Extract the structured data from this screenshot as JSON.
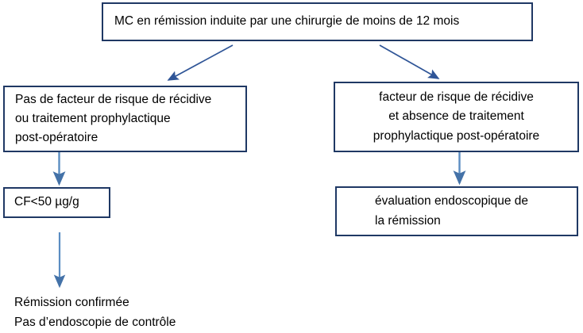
{
  "diagram": {
    "title": "MC en rémission induite par une chirurgie de moins de 12 mois",
    "language": "fr",
    "type": "flowchart",
    "colors": {
      "box_border": "#1F3864",
      "diagonal_arrow": "#2F5597",
      "vertical_arrow": "#4A7EBB",
      "text": "#000000",
      "background": "#FFFFFF"
    },
    "nodes": {
      "root": {
        "lines": [
          "MC en rémission induite par une chirurgie de moins de 12 mois"
        ]
      },
      "left_condition": {
        "lines": [
          "Pas de facteur de risque de récidive",
          "ou traitement prophylactique",
          "post-opératoire"
        ]
      },
      "right_condition": {
        "lines": [
          "facteur de risque de récidive",
          "et absence de traitement",
          "prophylactique post-opératoire"
        ]
      },
      "calprotectin": {
        "lines": [
          "CF<50 µg/g"
        ]
      },
      "endoscopic_evaluation": {
        "lines": [
          "évaluation endoscopique de",
          "la rémission"
        ]
      },
      "outcome": {
        "lines": [
          "Rémission confirmée",
          "Pas d’endoscopie de contrôle"
        ]
      }
    },
    "edges": [
      {
        "name": "root-to-left-condition",
        "kind": "diagonal-arrow"
      },
      {
        "name": "root-to-right-condition",
        "kind": "diagonal-arrow"
      },
      {
        "name": "left-condition-to-calprotectin",
        "kind": "vertical-arrow"
      },
      {
        "name": "right-condition-to-endoscopic-evaluation",
        "kind": "vertical-arrow"
      },
      {
        "name": "calprotectin-to-outcome",
        "kind": "vertical-arrow"
      }
    ]
  }
}
